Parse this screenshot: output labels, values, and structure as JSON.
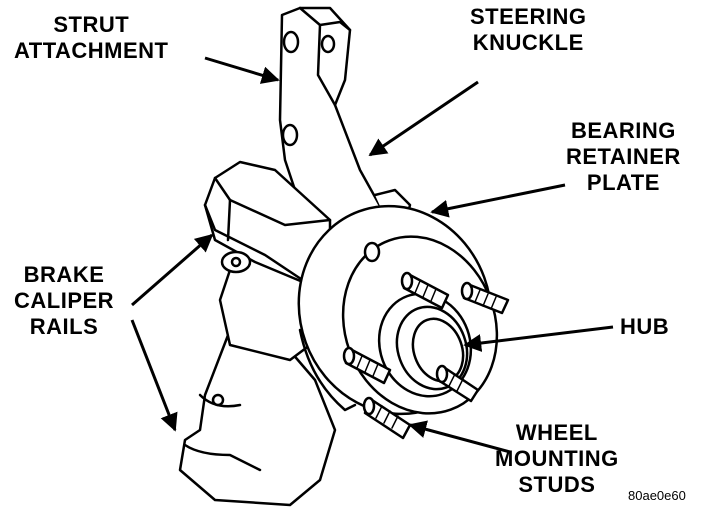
{
  "labels": {
    "strut_attachment": [
      "STRUT",
      "ATTACHMENT"
    ],
    "steering_knuckle": [
      "STEERING",
      "KNUCKLE"
    ],
    "bearing_retainer_plate": [
      "BEARING",
      "RETAINER",
      "PLATE"
    ],
    "brake_caliper_rails": [
      "BRAKE",
      "CALIPER",
      "RAILS"
    ],
    "hub": [
      "HUB"
    ],
    "wheel_mounting_studs": [
      "WHEEL",
      "MOUNTING",
      "STUDS"
    ]
  },
  "figure_code": "80ae0e60",
  "colors": {
    "line": "#000000",
    "paper": "#ffffff"
  }
}
